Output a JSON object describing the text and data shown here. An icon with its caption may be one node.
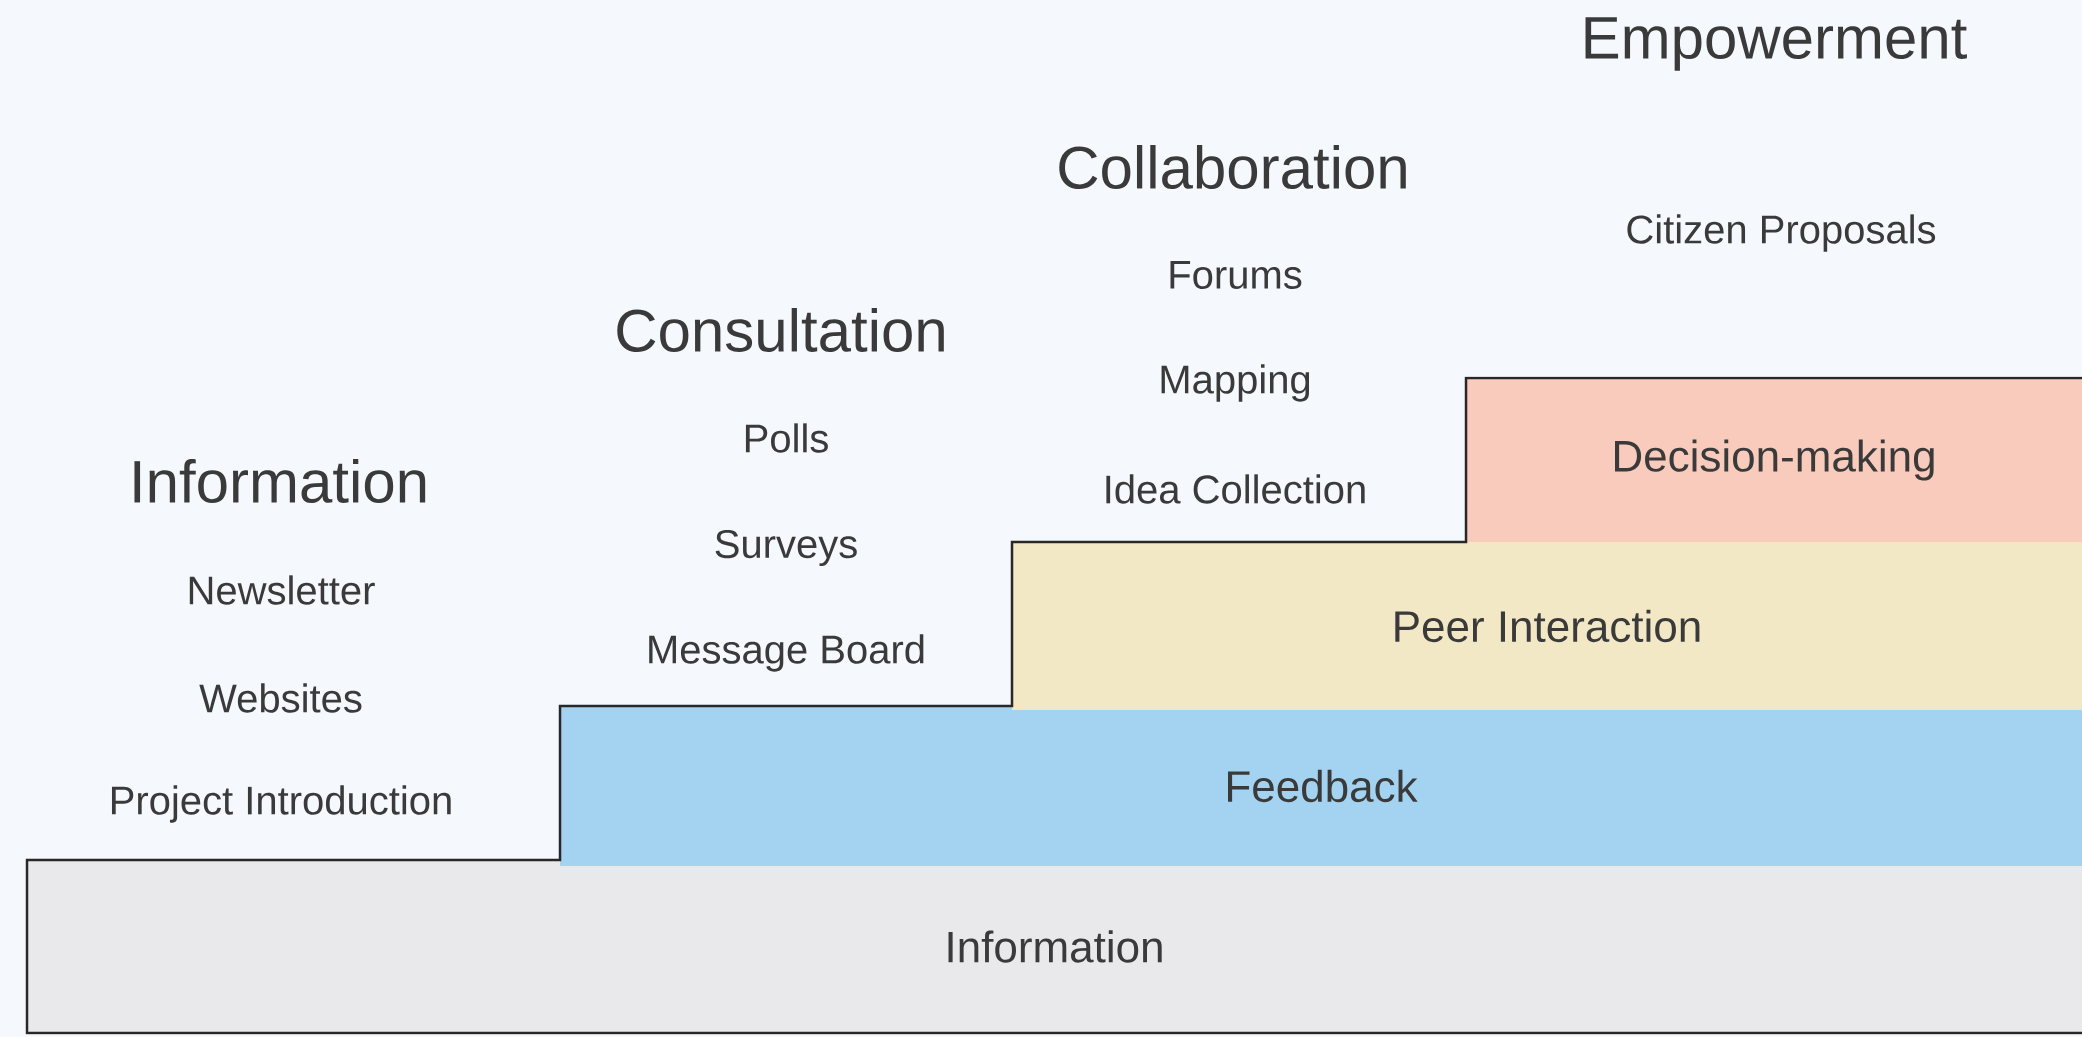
{
  "diagram": {
    "nodes": [
      {
        "text": [
          "Information"
        ]
      },
      {
        "text": [
          "Feedback"
        ]
      },
      {
        "text": [
          "Peer Interaction"
        ]
      },
      {
        "text": [
          "Decision-making"
        ]
      }
    ],
    "labels": [
      "Empowerment",
      "Collaboration",
      "Citizen Proposals",
      "Forums",
      "Consultation",
      "Mapping",
      "Polls",
      "Information",
      "Idea Collection",
      "Surveys",
      "Newsletter",
      "Message Board",
      "Websites",
      "Project Introduction"
    ]
  }
}
